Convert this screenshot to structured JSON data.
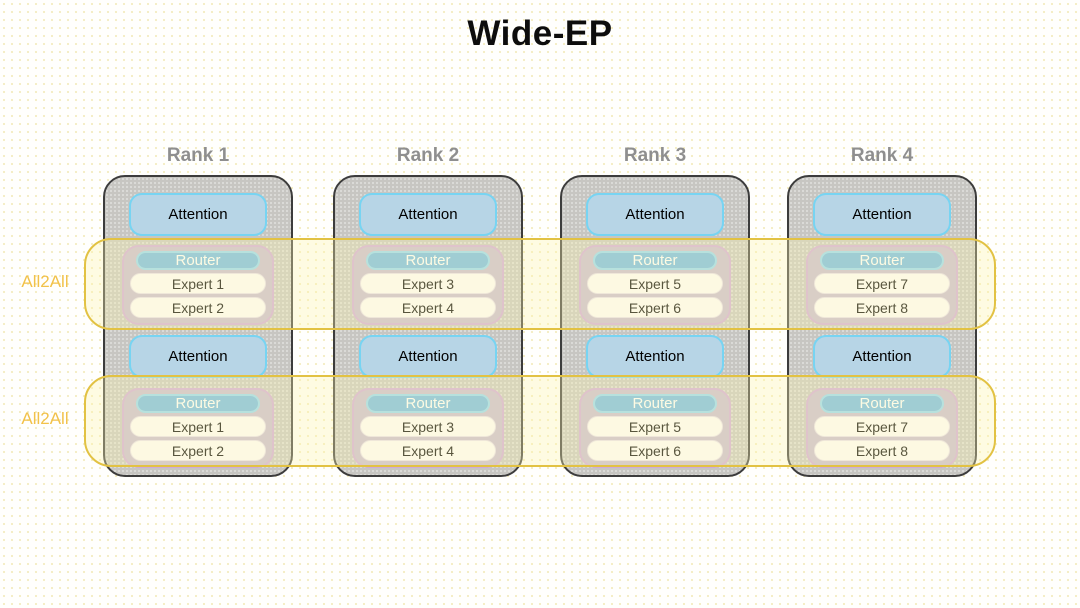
{
  "title": "Wide-EP",
  "all2all": {
    "label_top": "All2All",
    "label_bottom": "All2All"
  },
  "ranks": [
    {
      "label": "Rank 1",
      "layers": [
        {
          "attention": "Attention",
          "router": "Router",
          "experts": [
            "Expert 1",
            "Expert 2"
          ]
        },
        {
          "attention": "Attention",
          "router": "Router",
          "experts": [
            "Expert 1",
            "Expert 2"
          ]
        }
      ]
    },
    {
      "label": "Rank 2",
      "layers": [
        {
          "attention": "Attention",
          "router": "Router",
          "experts": [
            "Expert 3",
            "Expert 4"
          ]
        },
        {
          "attention": "Attention",
          "router": "Router",
          "experts": [
            "Expert 3",
            "Expert 4"
          ]
        }
      ]
    },
    {
      "label": "Rank 3",
      "layers": [
        {
          "attention": "Attention",
          "router": "Router",
          "experts": [
            "Expert 5",
            "Expert 6"
          ]
        },
        {
          "attention": "Attention",
          "router": "Router",
          "experts": [
            "Expert 5",
            "Expert 6"
          ]
        }
      ]
    },
    {
      "label": "Rank 4",
      "layers": [
        {
          "attention": "Attention",
          "router": "Router",
          "experts": [
            "Expert 7",
            "Expert 8"
          ]
        },
        {
          "attention": "Attention",
          "router": "Router",
          "experts": [
            "Expert 7",
            "Expert 8"
          ]
        }
      ]
    }
  ],
  "colors": {
    "title_text": "#0d0d0d",
    "rank_label_text": "#8f8f8f",
    "rank_fill": "#c7c6c2",
    "rank_border": "#3c3c3c",
    "attention_fill": "#b7d5e6",
    "attention_border": "#77d4f2",
    "moe_group_fill": "#c7bbd3",
    "moe_group_border": "#cfa9da",
    "router_fill": "#6fb9e7",
    "router_border": "#92d8f6",
    "router_text": "#ffffff",
    "expert_fill": "#fdfcfe",
    "all2all_band_border": "#e2c243",
    "all2all_band_fill": "rgba(251,243,175,0.35)",
    "all2all_text": "#f2c24a"
  }
}
